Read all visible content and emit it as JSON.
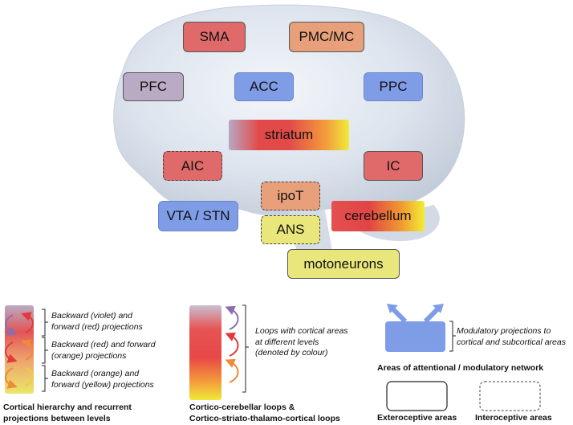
{
  "nodes": {
    "sma": "SMA",
    "pmc_mc": "PMC/MC",
    "pfc": "PFC",
    "acc": "ACC",
    "ppc": "PPC",
    "striatum": "striatum",
    "aic": "AIC",
    "ic": "IC",
    "ipot": "ipoT",
    "vta_stn": "VTA / STN",
    "cerebellum": "cerebellum",
    "ans": "ANS",
    "motoneurons": "motoneurons"
  },
  "legend": {
    "hierarchy": {
      "backward_violet": [
        "Backward (violet) and",
        "forward (red) projections"
      ],
      "backward_red": [
        "Backward (red) and forward",
        "(orange) projections"
      ],
      "backward_orange": [
        "Backward (orange) and",
        "forward (yellow) projections"
      ],
      "caption": [
        "Cortical hierarchy and recurrent",
        "projections between levels"
      ]
    },
    "loops": {
      "text": [
        "Loops with cortical areas",
        "at different levels",
        "(denoted by colour)"
      ],
      "caption": [
        "Cortico-cerebellar loops &",
        "Cortico-striato-thalamo-cortical loops"
      ]
    },
    "attention": {
      "text": [
        "Modulatory projections to",
        "cortical and subcortical areas"
      ],
      "caption": "Areas of attentional / modulatory network"
    },
    "exteroceptive": "Exteroceptive areas",
    "interoceptive": "Interoceptive areas"
  },
  "colors": {
    "red": "#e06a6a",
    "orange": "#e8a07a",
    "violet": "#b9abc4",
    "blue": "#7f9ce6",
    "yellow": "#e9e77b",
    "brain": "#dfe6ef"
  }
}
